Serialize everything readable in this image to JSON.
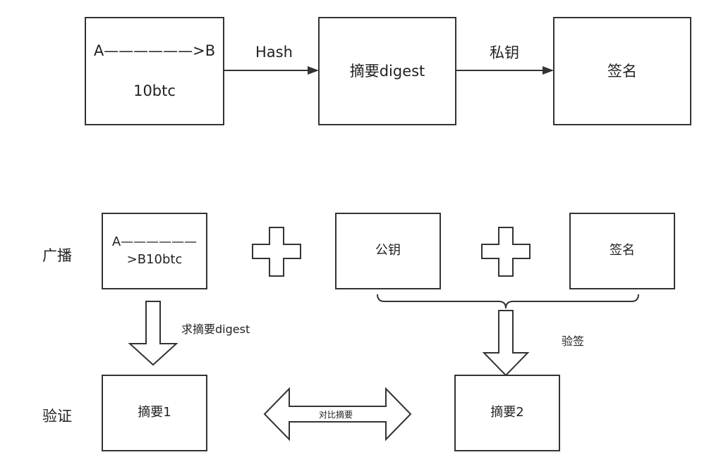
{
  "top_flow": {
    "transaction_box": {
      "line1": "A——————>B",
      "line2": "10btc"
    },
    "arrow1_label": "Hash",
    "digest_box": "摘要digest",
    "arrow2_label": "私钥",
    "signature_box": "签名"
  },
  "broadcast": {
    "row_label": "广播",
    "transaction_box": "A——————\n>B10btc",
    "public_key_box": "公钥",
    "signature_box": "签名"
  },
  "verify": {
    "row_label": "验证",
    "compute_digest_label": "求摘要digest",
    "verify_signature_label": "验签",
    "digest1_box": "摘要1",
    "compare_label": "对比摘要",
    "digest2_box": "摘要2"
  }
}
